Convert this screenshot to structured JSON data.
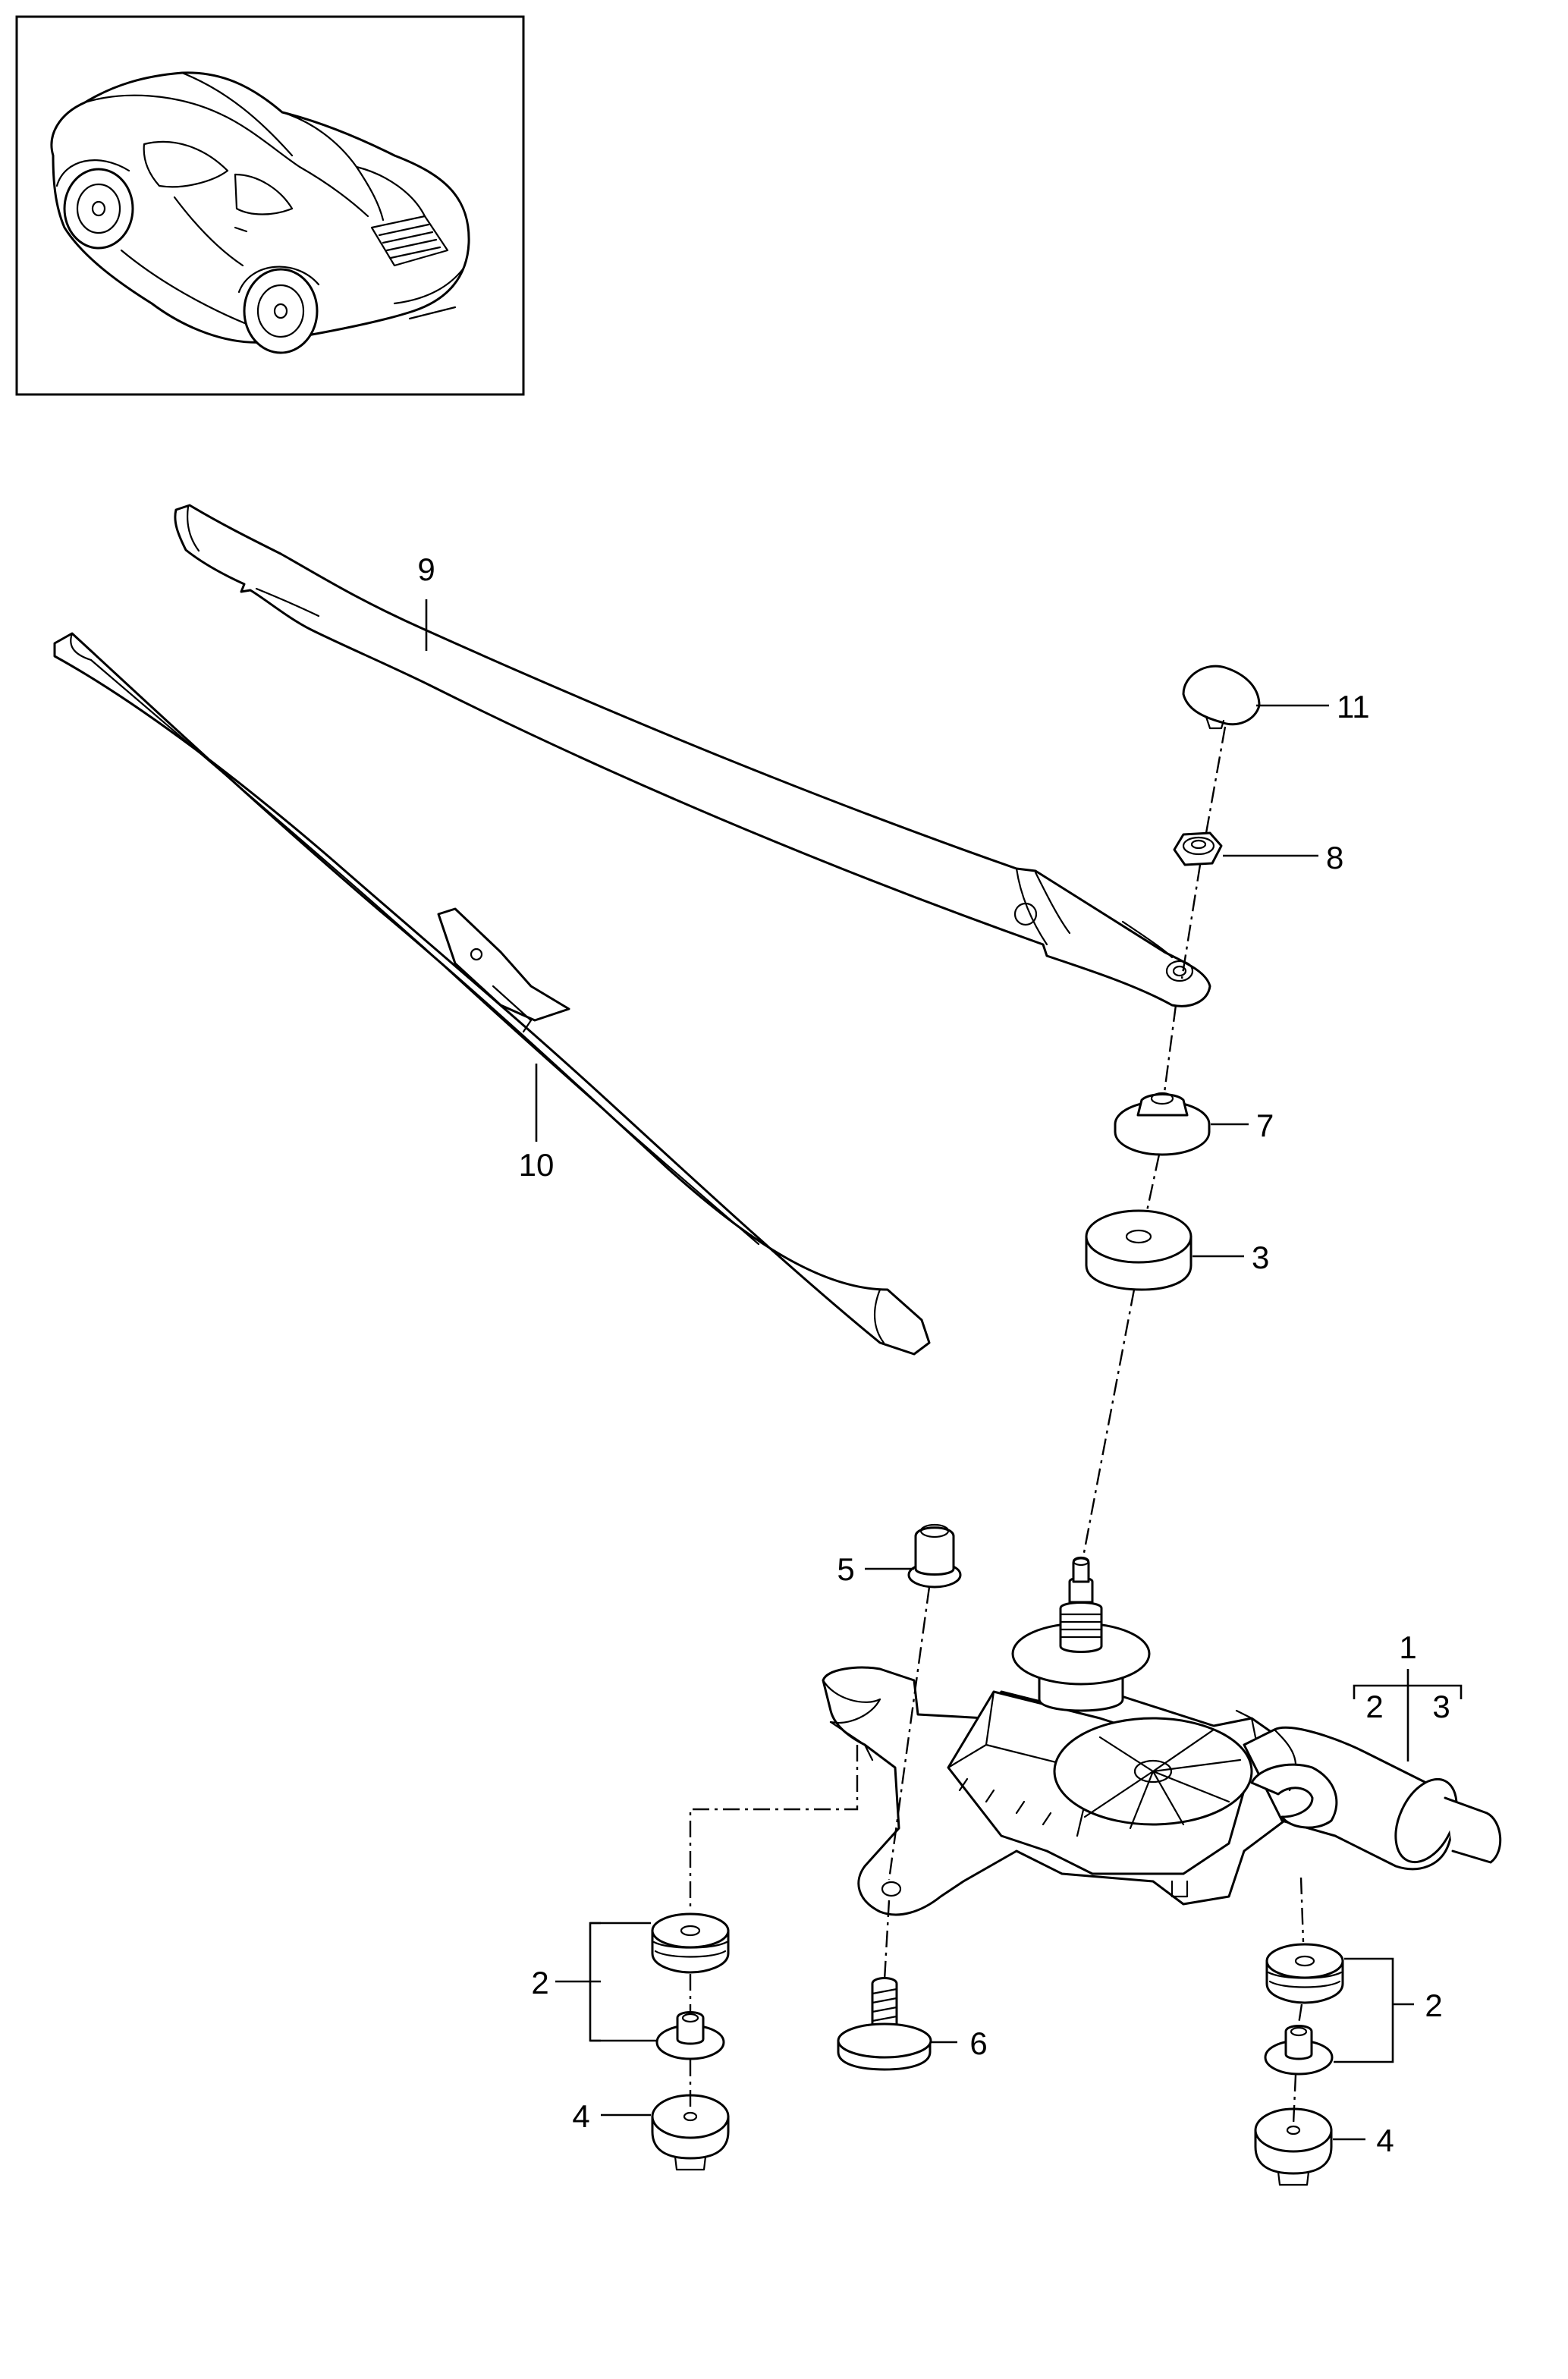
{
  "diagram": {
    "callouts": [
      {
        "id": "c1",
        "label": "1"
      },
      {
        "id": "c1a",
        "label": "2"
      },
      {
        "id": "c1b",
        "label": "3"
      },
      {
        "id": "c2l",
        "label": "2"
      },
      {
        "id": "c2r",
        "label": "2"
      },
      {
        "id": "c3",
        "label": "3"
      },
      {
        "id": "c4l",
        "label": "4"
      },
      {
        "id": "c4r",
        "label": "4"
      },
      {
        "id": "c5",
        "label": "5"
      },
      {
        "id": "c6",
        "label": "6"
      },
      {
        "id": "c7",
        "label": "7"
      },
      {
        "id": "c8",
        "label": "8"
      },
      {
        "id": "c9",
        "label": "9"
      },
      {
        "id": "c10",
        "label": "10"
      },
      {
        "id": "c11",
        "label": "11"
      }
    ]
  }
}
